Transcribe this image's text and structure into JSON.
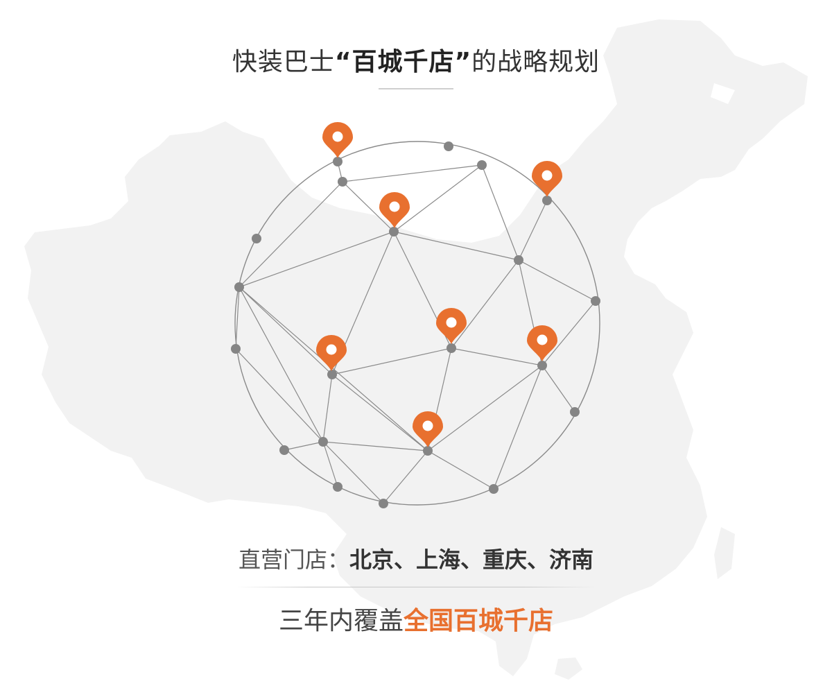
{
  "header": {
    "title_prefix": "快装巴士",
    "title_emphasis": "“百城千店”",
    "title_suffix": "的战略规划"
  },
  "stores": {
    "label": "直营门店：",
    "cities": "北京、上海、重庆、济南"
  },
  "goal": {
    "prefix": "三年内覆盖",
    "highlight": "全国百城千店"
  },
  "colors": {
    "accent": "#e8702f",
    "node": "#858585",
    "line": "#8a8a8a",
    "map_fill": "#eeeeee"
  },
  "icons": {
    "pin": "location-pin-icon"
  }
}
